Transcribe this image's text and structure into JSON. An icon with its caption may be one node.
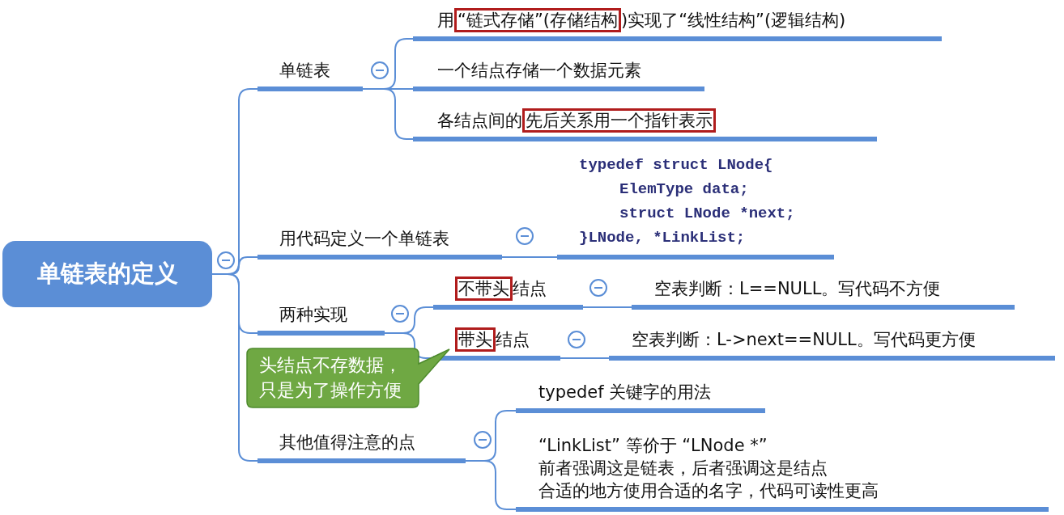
{
  "diagram": {
    "nodes": [
      {
        "text": [
          "单链表的定义"
        ]
      },
      {
        "text": [
          "单链表"
        ]
      },
      {
        "text": [
          "用“链式存储”(存储结构)实现了“线性结构”(逻辑结构)"
        ]
      },
      {
        "text": [
          "一个结点存储一个数据元素"
        ]
      },
      {
        "text": [
          "各结点间的先后关系用一个指针表示"
        ]
      },
      {
        "text": [
          "用代码定义一个单链表"
        ]
      },
      {
        "text": [
          "typedef struct LNode{",
          "ElemType data;",
          "struct LNode *next;",
          "}LNode, *LinkList;"
        ]
      },
      {
        "text": [
          "两种实现"
        ]
      },
      {
        "text": [
          "不带头结点"
        ]
      },
      {
        "text": [
          "空表判断：L==NULL。写代码不方便"
        ]
      },
      {
        "text": [
          "带头结点"
        ]
      },
      {
        "text": [
          "空表判断：L->next==NULL。写代码更方便"
        ]
      },
      {
        "text": [
          "头结点不存数据，只是为了操作方便"
        ]
      },
      {
        "text": [
          "其他值得注意的点"
        ]
      },
      {
        "text": [
          "typedef 关键字的用法"
        ]
      },
      {
        "text": [
          "“LinkList” 等价于 “LNode *”",
          "前者强调这是链表，后者强调这是结点",
          "合适的地方使用合适的名字，代码可读性更高"
        ]
      }
    ],
    "edges": [
      {
        "from": 0,
        "to": 1,
        "arrow": "none"
      },
      {
        "from": 0,
        "to": 5,
        "arrow": "none"
      },
      {
        "from": 0,
        "to": 7,
        "arrow": "none"
      },
      {
        "from": 0,
        "to": 13,
        "arrow": "none"
      },
      {
        "from": 1,
        "to": 2,
        "arrow": "none"
      },
      {
        "from": 1,
        "to": 3,
        "arrow": "none"
      },
      {
        "from": 1,
        "to": 4,
        "arrow": "none"
      },
      {
        "from": 5,
        "to": 6,
        "arrow": "none"
      },
      {
        "from": 7,
        "to": 8,
        "arrow": "none"
      },
      {
        "from": 7,
        "to": 10,
        "arrow": "none"
      },
      {
        "from": 8,
        "to": 9,
        "arrow": "none"
      },
      {
        "from": 10,
        "to": 11,
        "arrow": "none"
      },
      {
        "from": 13,
        "to": 14,
        "arrow": "none"
      },
      {
        "from": 13,
        "to": 15,
        "arrow": "none"
      }
    ]
  }
}
